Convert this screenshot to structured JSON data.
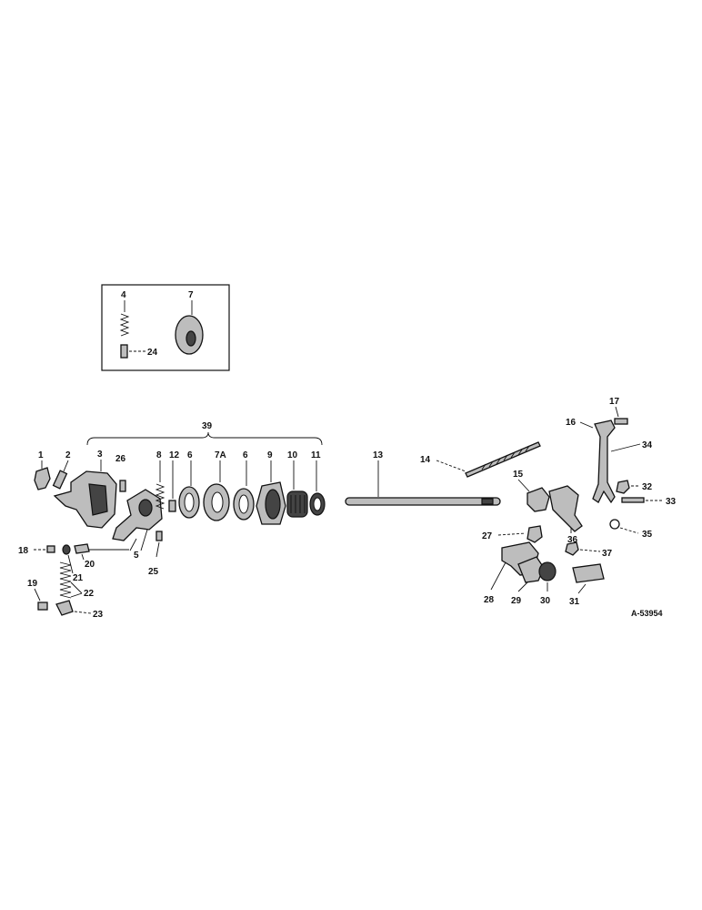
{
  "diagram": {
    "reference_number": "A-53954",
    "callouts": {
      "c1": "1",
      "c2": "2",
      "c3": "3",
      "c4": "4",
      "c5": "5",
      "c6a": "6",
      "c6b": "6",
      "c7": "7",
      "c7a": "7A",
      "c8": "8",
      "c9": "9",
      "c10": "10",
      "c11": "11",
      "c12": "12",
      "c13": "13",
      "c14": "14",
      "c15": "15",
      "c16": "16",
      "c17": "17",
      "c18": "18",
      "c19": "19",
      "c20": "20",
      "c21": "21",
      "c22": "22",
      "c23": "23",
      "c24": "24",
      "c25": "25",
      "c26": "26",
      "c27": "27",
      "c28": "28",
      "c29": "29",
      "c30": "30",
      "c31": "31",
      "c32": "32",
      "c33": "33",
      "c34": "34",
      "c35": "35",
      "c36": "36",
      "c37": "37",
      "c39": "39"
    }
  }
}
